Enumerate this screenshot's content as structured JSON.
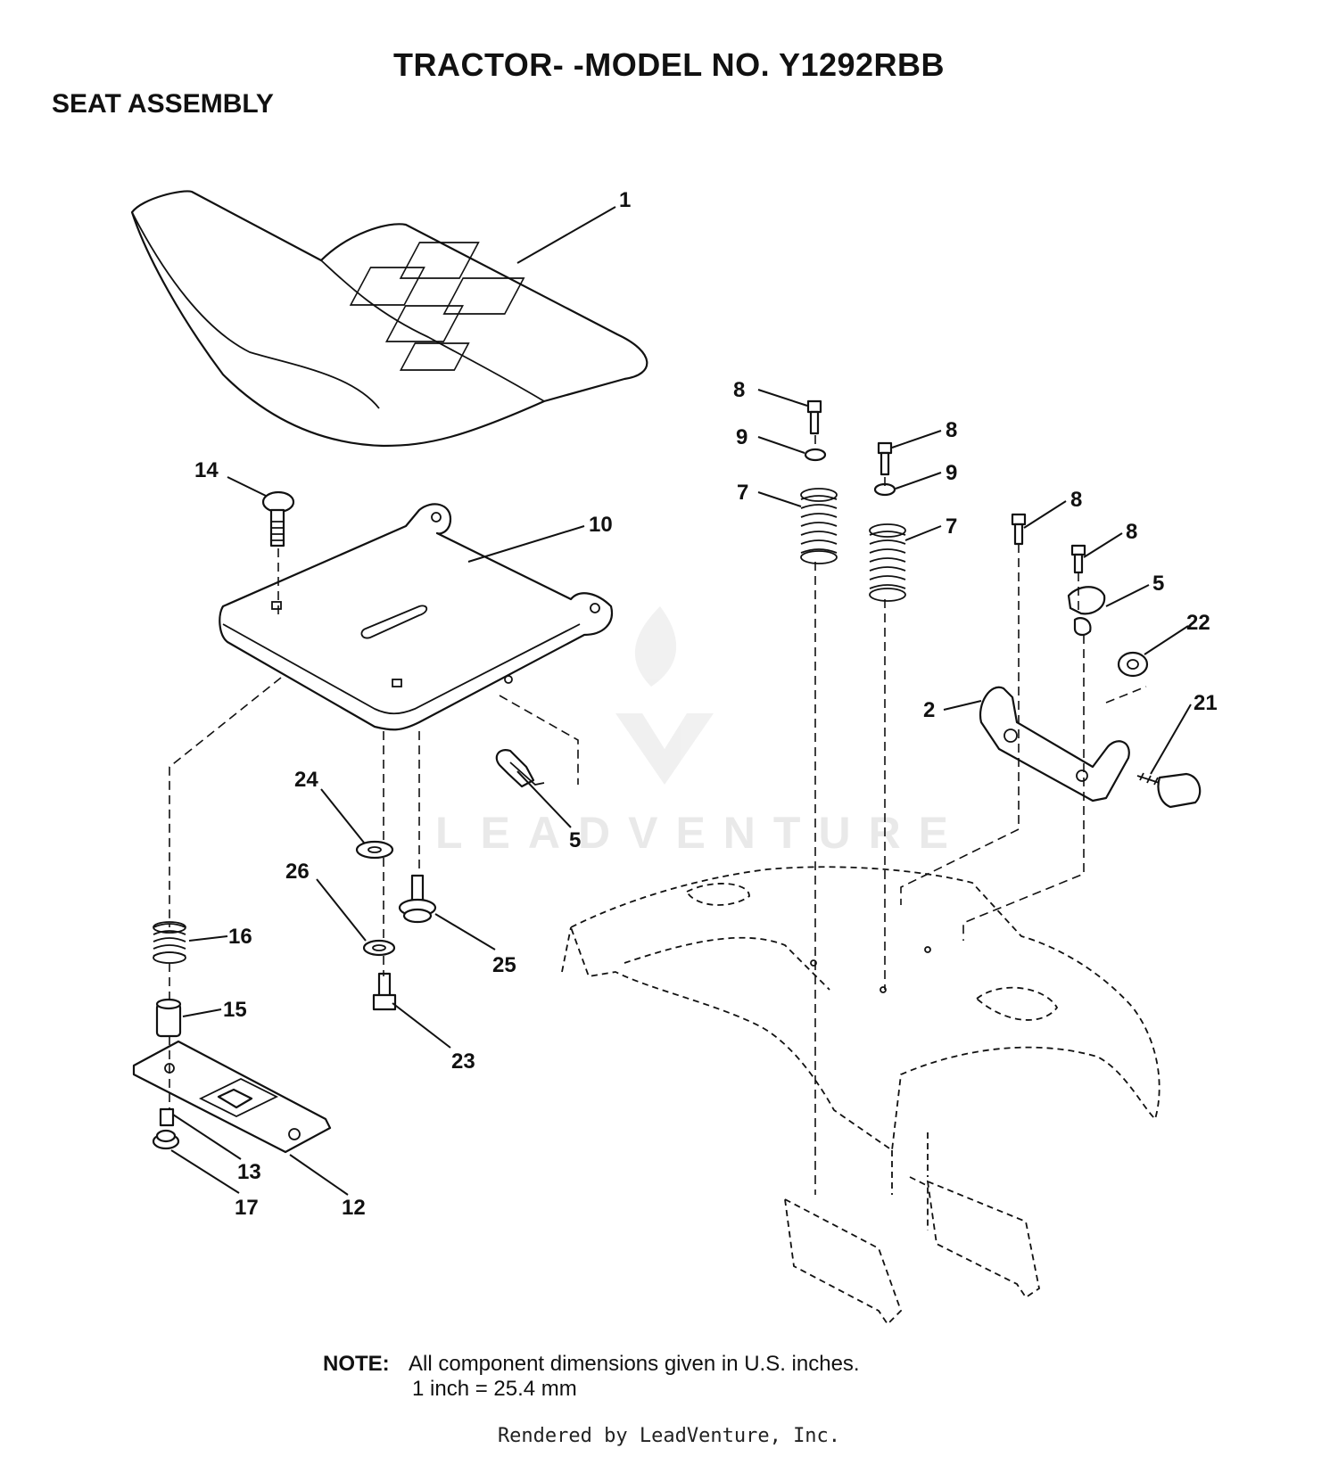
{
  "title": "TRACTOR- -MODEL NO. Y1292RBB",
  "subtitle": "SEAT ASSEMBLY",
  "callouts": [
    "1",
    "14",
    "10",
    "8",
    "9",
    "7",
    "8",
    "9",
    "7",
    "8",
    "8",
    "5",
    "22",
    "2",
    "21",
    "5",
    "24",
    "26",
    "25",
    "16",
    "15",
    "23",
    "13",
    "17",
    "12"
  ],
  "note": {
    "label": "NOTE:",
    "line1": "All component dimensions given in U.S. inches.",
    "line2": "1 inch = 25.4 mm"
  },
  "watermark": "LEADVENTURE",
  "footer": "Rendered by LeadVenture, Inc."
}
